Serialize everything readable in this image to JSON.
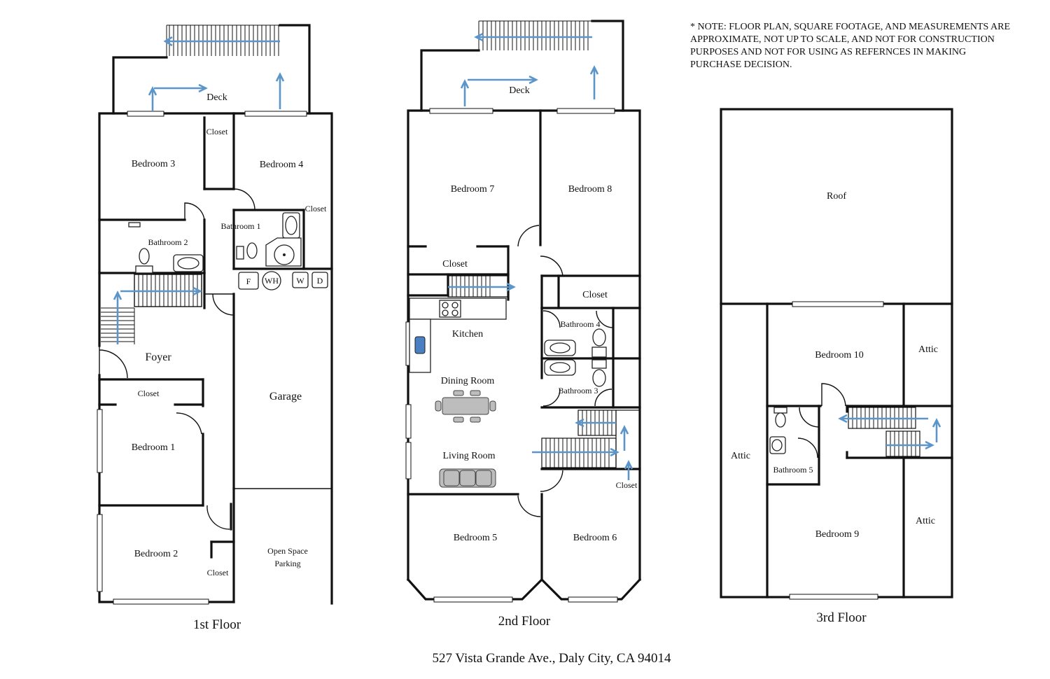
{
  "note": "* NOTE: FLOOR PLAN, SQUARE FOOTAGE, AND MEASUREMENTS ARE APPROXIMATE, NOT UP TO SCALE, AND NOT FOR CONSTRUCTION PURPOSES AND NOT FOR USING AS REFERNCES IN MAKING PURCHASE DECISION.",
  "address": "527 Vista Grande Ave., Daly City, CA 94014",
  "floors": {
    "first": {
      "caption": "1st Floor",
      "rooms": {
        "deck": "Deck",
        "bedroom3": "Bedroom 3",
        "closet_b3": "Closet",
        "bedroom4": "Bedroom 4",
        "closet_b4": "Closet",
        "bathroom1": "Bathroom 1",
        "bathroom2": "Bathroom 2",
        "foyer": "Foyer",
        "garage": "Garage",
        "closet_b1": "Closet",
        "bedroom1": "Bedroom 1",
        "bedroom2": "Bedroom 2",
        "closet_b2": "Closet",
        "parking": [
          "Open Space",
          "Parking"
        ]
      },
      "appliances": [
        "F",
        "WH",
        "W",
        "D"
      ]
    },
    "second": {
      "caption": "2nd Floor",
      "rooms": {
        "deck": "Deck",
        "bedroom7": "Bedroom 7",
        "bedroom8": "Bedroom 8",
        "closet_b7": "Closet",
        "closet_b8": "Closet",
        "kitchen": "Kitchen",
        "bathroom4": "Bathroom 4",
        "bathroom3": "Bathroom 3",
        "dining": "Dining Room",
        "living": "Living Room",
        "closet_stair": "Closet",
        "bedroom5": "Bedroom 5",
        "bedroom6": "Bedroom 6"
      }
    },
    "third": {
      "caption": "3rd Floor",
      "rooms": {
        "roof": "Roof",
        "bedroom10": "Bedroom 10",
        "attic_tr": "Attic",
        "attic_l": "Attic",
        "bathroom5": "Bathroom 5",
        "bedroom9": "Bedroom 9",
        "attic_br": "Attic"
      }
    }
  }
}
